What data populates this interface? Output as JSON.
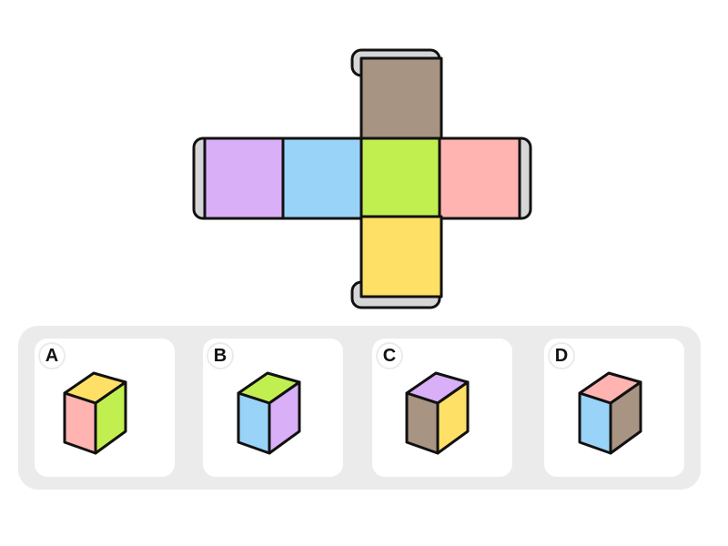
{
  "colors": {
    "outline": "#111111",
    "flap": "#d6d6d6",
    "brown": "#a89482",
    "purple": "#d9aff7",
    "blue": "#99d3f7",
    "green": "#c2ef50",
    "pink": "#ffb4b2",
    "yellow": "#ffe066"
  },
  "net": {
    "faces": [
      {
        "id": "top",
        "color": "brown"
      },
      {
        "id": "far-left",
        "color": "purple"
      },
      {
        "id": "left",
        "color": "blue"
      },
      {
        "id": "center",
        "color": "green"
      },
      {
        "id": "right",
        "color": "pink"
      },
      {
        "id": "bottom",
        "color": "yellow"
      }
    ]
  },
  "options": [
    {
      "label": "A",
      "top": "yellow",
      "front": "pink",
      "side": "green"
    },
    {
      "label": "B",
      "top": "green",
      "front": "blue",
      "side": "purple"
    },
    {
      "label": "C",
      "top": "purple",
      "front": "brown",
      "side": "yellow"
    },
    {
      "label": "D",
      "top": "pink",
      "front": "blue",
      "side": "brown"
    }
  ]
}
